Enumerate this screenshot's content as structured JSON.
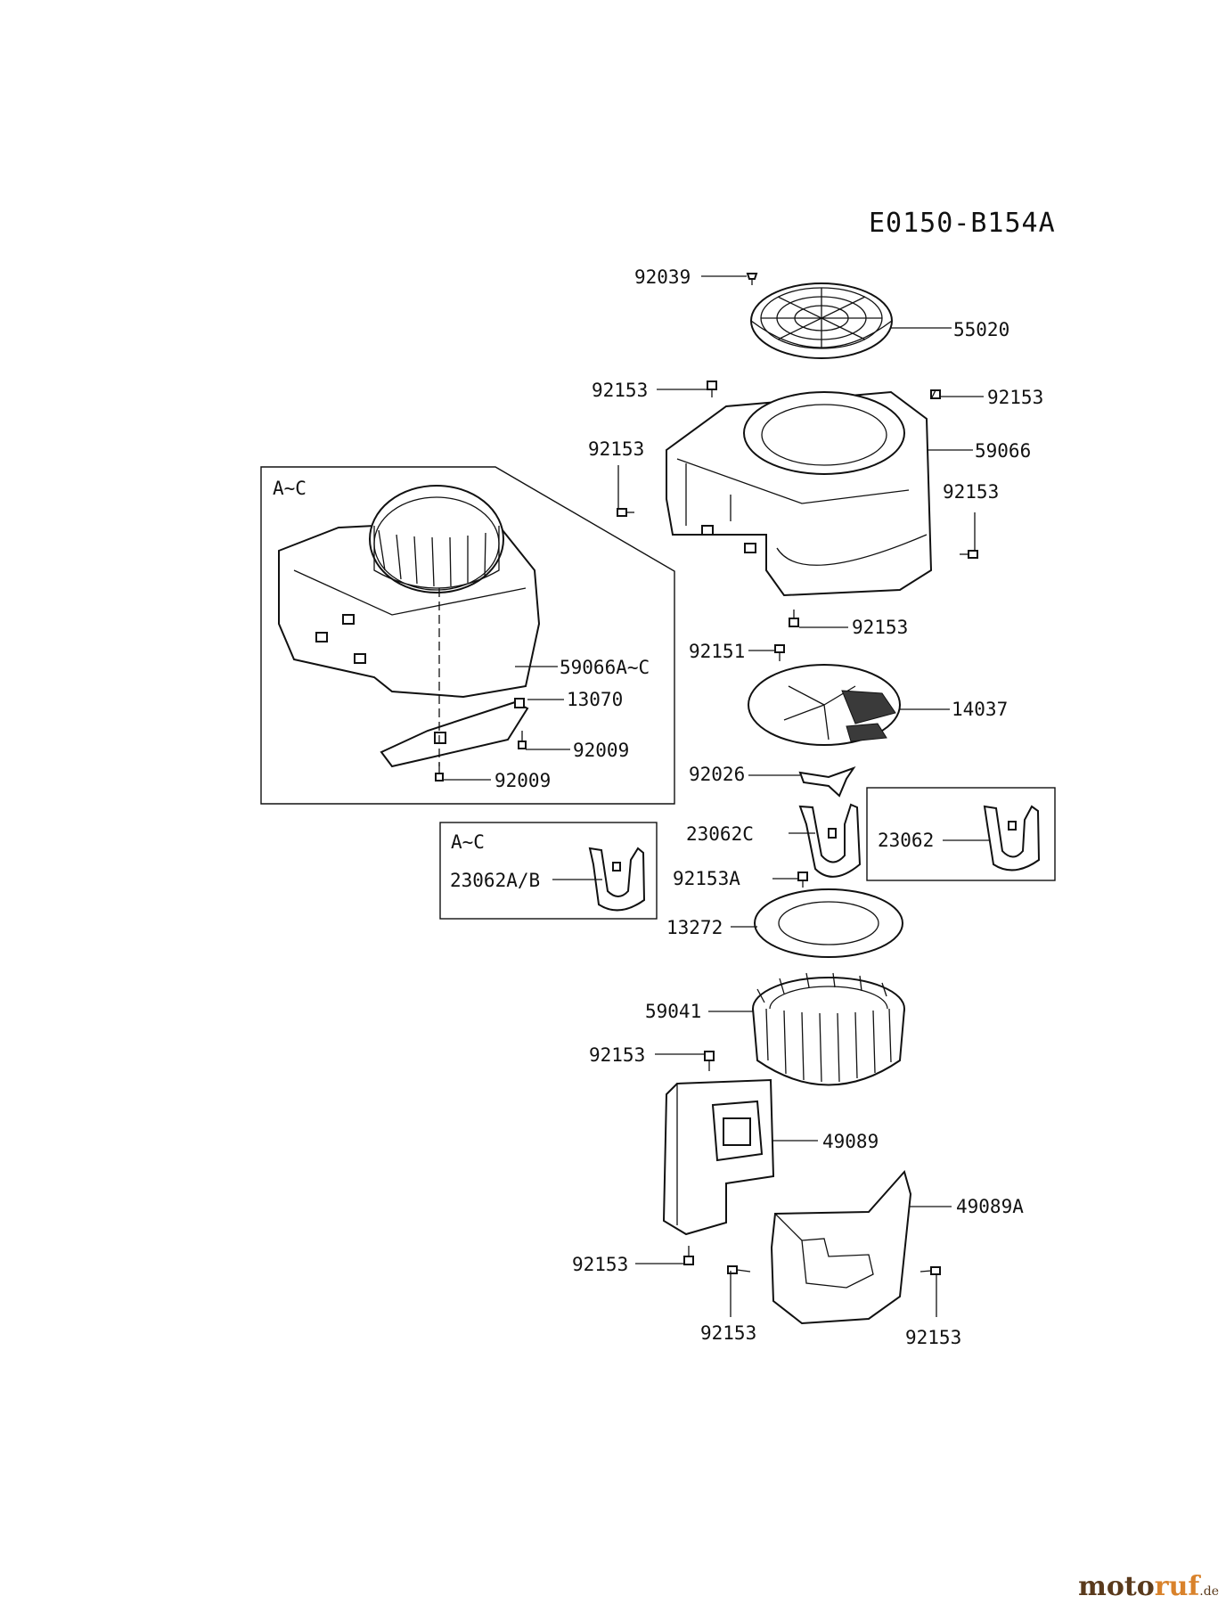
{
  "diagram_code": "E0150-B154A",
  "groups": {
    "main_group": "A~C",
    "small_group": "A~C"
  },
  "labels": {
    "p92039": "92039",
    "p55020": "55020",
    "p92153_a": "92153",
    "p92153_b": "92153",
    "p92153_c": "92153",
    "p59066": "59066",
    "p92153_d": "92153",
    "p92153_e": "92153",
    "p92151": "92151",
    "p14037": "14037",
    "p92026": "92026",
    "p23062C": "23062C",
    "p23062": "23062",
    "p92153A": "92153A",
    "p13272": "13272",
    "p59041": "59041",
    "p92153_f": "92153",
    "p49089": "49089",
    "p49089A": "49089A",
    "p92153_g": "92153",
    "p92153_h": "92153",
    "p92153_i": "92153",
    "p59066AC": "59066A~C",
    "p13070": "13070",
    "p92009_a": "92009",
    "p92009_b": "92009",
    "p23062AB": "23062A/B"
  },
  "watermark": {
    "brand_dark": "moto",
    "brand_light": "ruf",
    "suffix": ".de"
  }
}
